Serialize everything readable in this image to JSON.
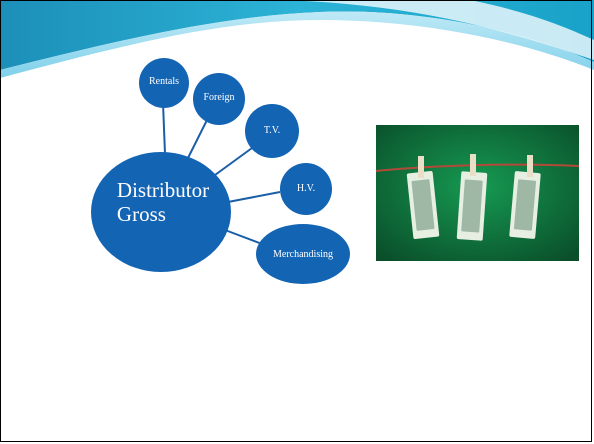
{
  "diagram": {
    "center": {
      "label_line1": "Distributor",
      "label_line2": "Gross"
    },
    "nodes": [
      {
        "id": "rentals",
        "label": "Rentals"
      },
      {
        "id": "foreign",
        "label": "Foreign"
      },
      {
        "id": "tv",
        "label": "T.V."
      },
      {
        "id": "hv",
        "label": "H.V."
      },
      {
        "id": "merchandising",
        "label": "Merchandising"
      }
    ]
  },
  "colors": {
    "node_fill": "#1464b4",
    "connector": "#1a5ea8",
    "header_teal": "#2aa7c7",
    "header_light": "#a8dff0",
    "background": "#ffffff",
    "photo_green": "#0f6b3a",
    "photo_white": "#ffffff"
  },
  "image": {
    "semantic": "money-clothesline-photo",
    "caption": ""
  }
}
